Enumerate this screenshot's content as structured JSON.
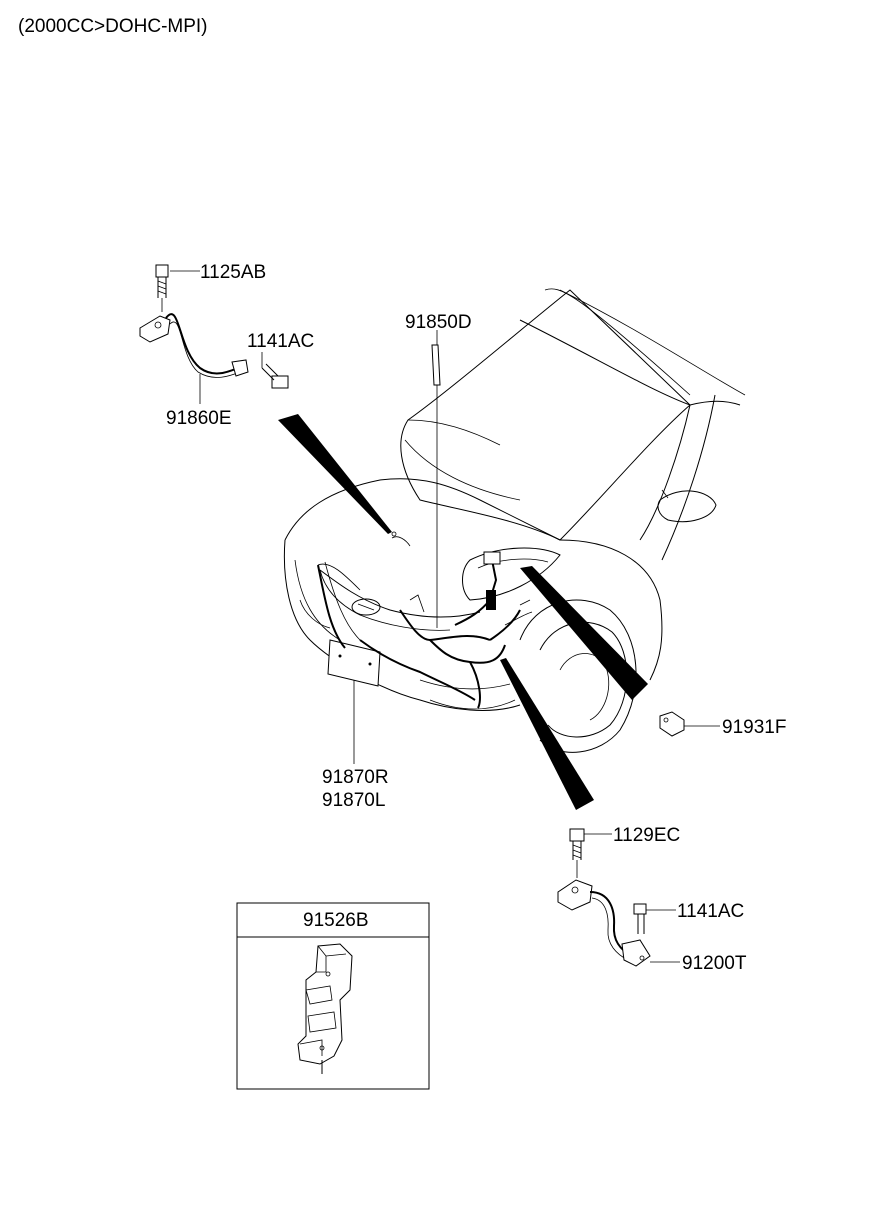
{
  "header": {
    "engine_spec": "(2000CC>DOHC-MPI)"
  },
  "callouts": {
    "bolt_top_left": "1125AB",
    "nut_top": "1141AC",
    "ground_cable_left": "91860E",
    "main_harness": "91850D",
    "front_harness_line1": "91870R",
    "front_harness_line2": "91870L",
    "clip_right": "91931F",
    "bolt_right": "1129EC",
    "nut_right": "1141AC",
    "ground_cable_right": "91200T",
    "bracket_box": "91526B"
  }
}
